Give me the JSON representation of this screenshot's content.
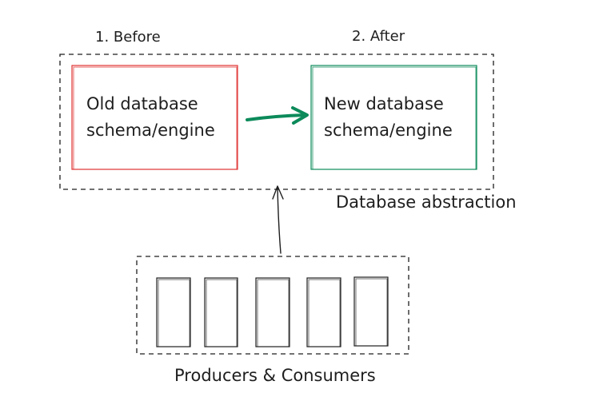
{
  "diagram": {
    "before_label": "1. Before",
    "after_label": "2. After",
    "old_box": {
      "line1": "Old database",
      "line2": "schema/engine",
      "stroke_color": "#e03131"
    },
    "new_box": {
      "line1": "New database",
      "line2": "schema/engine",
      "stroke_color": "#0c8a5a"
    },
    "abstraction_label": "Database abstraction",
    "producers_label": "Producers & Consumers",
    "migration_arrow_color": "#0c8a5a",
    "stroke_color": "#1e1e1e",
    "client_count": 5
  }
}
